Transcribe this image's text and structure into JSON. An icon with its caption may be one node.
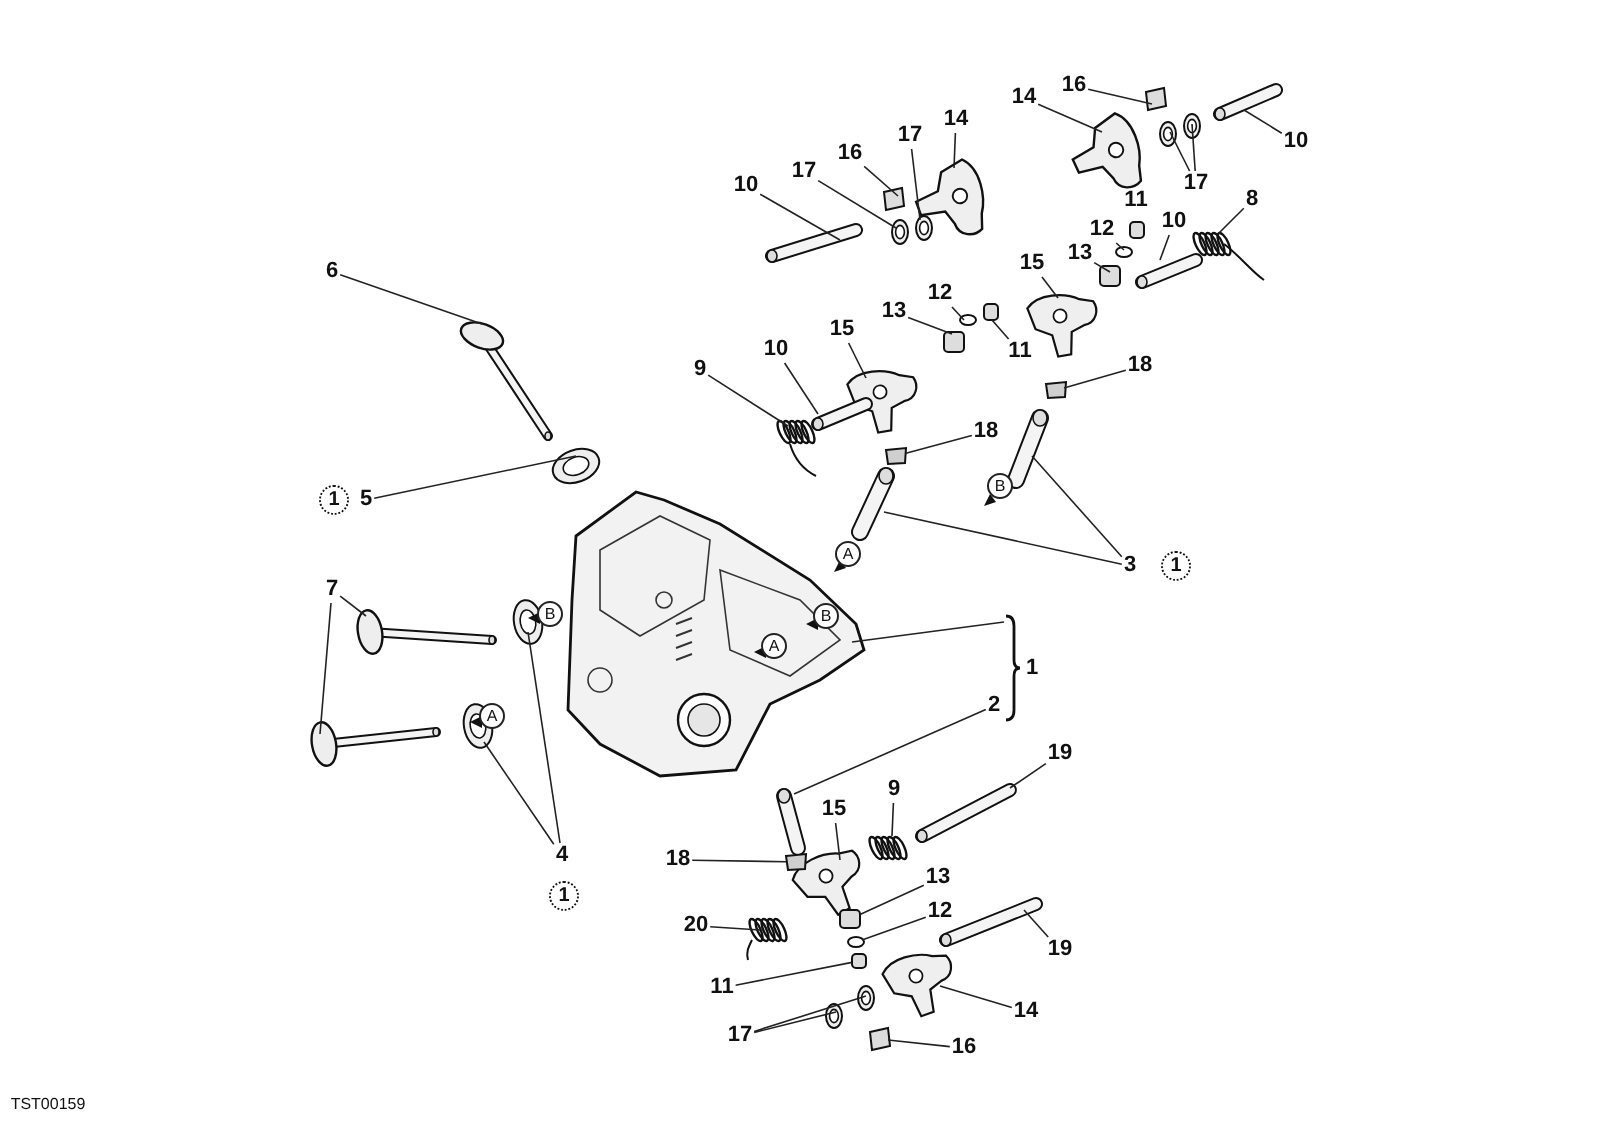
{
  "diagram": {
    "nodes": [
      {
        "text": [
          "16"
        ]
      },
      {
        "text": [
          "14"
        ]
      },
      {
        "text": [
          "14"
        ]
      },
      {
        "text": [
          "17"
        ]
      },
      {
        "text": [
          "10"
        ]
      },
      {
        "text": [
          "16"
        ]
      },
      {
        "text": [
          "17"
        ]
      },
      {
        "text": [
          "17"
        ]
      },
      {
        "text": [
          "10"
        ]
      },
      {
        "text": [
          "8"
        ]
      },
      {
        "text": [
          "10"
        ]
      },
      {
        "text": [
          "12"
        ]
      },
      {
        "text": [
          "13"
        ]
      },
      {
        "text": [
          "15"
        ]
      },
      {
        "text": [
          "6"
        ]
      },
      {
        "text": [
          "12"
        ]
      },
      {
        "text": [
          "13"
        ]
      },
      {
        "text": [
          "15"
        ]
      },
      {
        "text": [
          "10"
        ]
      },
      {
        "text": [
          "11"
        ]
      },
      {
        "text": [
          "18"
        ]
      },
      {
        "text": [
          "9"
        ]
      },
      {
        "text": [
          "18"
        ]
      },
      {
        "text": [
          "5"
        ]
      },
      {
        "text": [
          "3"
        ]
      },
      {
        "text": [
          "7"
        ]
      },
      {
        "text": [
          "1"
        ]
      },
      {
        "text": [
          "2"
        ]
      },
      {
        "text": [
          "19"
        ]
      },
      {
        "text": [
          "9"
        ]
      },
      {
        "text": [
          "15"
        ]
      },
      {
        "text": [
          "4"
        ]
      },
      {
        "text": [
          "18"
        ]
      },
      {
        "text": [
          "13"
        ]
      },
      {
        "text": [
          "12"
        ]
      },
      {
        "text": [
          "20"
        ]
      },
      {
        "text": [
          "19"
        ]
      },
      {
        "text": [
          "11"
        ]
      },
      {
        "text": [
          "14"
        ]
      },
      {
        "text": [
          "17"
        ]
      },
      {
        "text": [
          "16"
        ]
      },
      {
        "text": [],
        "shape": "box"
      },
      {
        "text": [],
        "shape": "picture"
      },
      {
        "text": [],
        "shape": "picture"
      },
      {
        "text": [],
        "shape": "picture"
      },
      {
        "text": [],
        "shape": "picture"
      },
      {
        "text": [],
        "shape": "box"
      },
      {
        "text": [],
        "shape": "picture"
      },
      {
        "text": [],
        "shape": "picture"
      },
      {
        "text": [],
        "shape": "picture"
      },
      {
        "text": [],
        "shape": "picture"
      },
      {
        "text": [],
        "shape": "picture"
      },
      {
        "text": [],
        "shape": "picture"
      },
      {
        "text": [],
        "shape": "circle"
      },
      {
        "text": [],
        "shape": "box"
      },
      {
        "text": [],
        "shape": "picture"
      },
      {
        "text": [],
        "shape": "picture"
      },
      {
        "text": [],
        "shape": "circle"
      },
      {
        "text": [],
        "shape": "box"
      },
      {
        "text": [],
        "shape": "picture"
      },
      {
        "text": [],
        "shape": "picture"
      },
      {
        "text": [],
        "shape": "box"
      },
      {
        "text": [],
        "shape": "box"
      },
      {
        "text": [],
        "shape": "picture"
      },
      {
        "text": [],
        "shape": "box"
      },
      {
        "text": [],
        "shape": "picture"
      },
      {
        "text": [],
        "shape": "picture"
      },
      {
        "text": [],
        "shape": "picture"
      },
      {
        "text": [],
        "shape": "picture"
      },
      {
        "text": [],
        "shape": "picture"
      },
      {
        "text": [],
        "shape": "picture"
      },
      {
        "text": [],
        "shape": "picture"
      },
      {
        "text": [],
        "shape": "picture"
      },
      {
        "text": [],
        "shape": "picture"
      },
      {
        "text": [],
        "shape": "picture"
      },
      {
        "text": [],
        "shape": "picture"
      },
      {
        "text": [],
        "shape": "picture"
      },
      {
        "text": [],
        "shape": "box"
      },
      {
        "text": [],
        "shape": "box"
      },
      {
        "text": [],
        "shape": "circle"
      },
      {
        "text": [],
        "shape": "picture"
      },
      {
        "text": [],
        "shape": "picture"
      },
      {
        "text": [],
        "shape": "box"
      },
      {
        "text": [],
        "shape": "picture"
      },
      {
        "text": [],
        "shape": "picture"
      },
      {
        "text": [],
        "shape": "picture"
      },
      {
        "text": [],
        "shape": "box"
      }
    ],
    "edges": [
      {
        "from": 0,
        "to": 41,
        "arrow": "none"
      },
      {
        "from": 1,
        "to": 42,
        "arrow": "none"
      },
      {
        "from": 2,
        "to": 43,
        "arrow": "none"
      },
      {
        "from": 3,
        "to": 44,
        "arrow": "none"
      },
      {
        "from": 4,
        "to": 45,
        "arrow": "none"
      },
      {
        "from": 5,
        "to": 46,
        "arrow": "none"
      },
      {
        "from": 6,
        "to": 47,
        "arrow": "none"
      },
      {
        "from": 7,
        "to": 48,
        "arrow": "none"
      },
      {
        "from": 7,
        "to": 49,
        "arrow": "none"
      },
      {
        "from": 8,
        "to": 50,
        "arrow": "none"
      },
      {
        "from": 9,
        "to": 51,
        "arrow": "none"
      },
      {
        "from": 10,
        "to": 52,
        "arrow": "none"
      },
      {
        "from": 11,
        "to": 53,
        "arrow": "none"
      },
      {
        "from": 12,
        "to": 54,
        "arrow": "none"
      },
      {
        "from": 13,
        "to": 55,
        "arrow": "none"
      },
      {
        "from": 14,
        "to": 56,
        "arrow": "none"
      },
      {
        "from": 15,
        "to": 57,
        "arrow": "none"
      },
      {
        "from": 16,
        "to": 58,
        "arrow": "none"
      },
      {
        "from": 17,
        "to": 59,
        "arrow": "none"
      },
      {
        "from": 18,
        "to": 60,
        "arrow": "none"
      },
      {
        "from": 19,
        "to": 61,
        "arrow": "none"
      },
      {
        "from": 20,
        "to": 62,
        "arrow": "none"
      },
      {
        "from": 21,
        "to": 63,
        "arrow": "none"
      },
      {
        "from": 22,
        "to": 64,
        "arrow": "none"
      },
      {
        "from": 23,
        "to": 65,
        "arrow": "none"
      },
      {
        "from": 24,
        "to": 66,
        "arrow": "none"
      },
      {
        "from": 24,
        "to": 67,
        "arrow": "none"
      },
      {
        "from": 25,
        "to": 68,
        "arrow": "none"
      },
      {
        "from": 25,
        "to": 69,
        "arrow": "none"
      },
      {
        "from": 26,
        "to": 70,
        "arrow": "none"
      },
      {
        "from": 27,
        "to": 71,
        "arrow": "none"
      },
      {
        "from": 28,
        "to": 72,
        "arrow": "none"
      },
      {
        "from": 29,
        "to": 73,
        "arrow": "none"
      },
      {
        "from": 30,
        "to": 74,
        "arrow": "none"
      },
      {
        "from": 31,
        "to": 75,
        "arrow": "none"
      },
      {
        "from": 31,
        "to": 76,
        "arrow": "none"
      },
      {
        "from": 32,
        "to": 77,
        "arrow": "none"
      },
      {
        "from": 33,
        "to": 78,
        "arrow": "none"
      },
      {
        "from": 34,
        "to": 79,
        "arrow": "none"
      },
      {
        "from": 35,
        "to": 80,
        "arrow": "none"
      },
      {
        "from": 36,
        "to": 81,
        "arrow": "none"
      },
      {
        "from": 37,
        "to": 82,
        "arrow": "none"
      },
      {
        "from": 38,
        "to": 83,
        "arrow": "none"
      },
      {
        "from": 39,
        "to": 84,
        "arrow": "none"
      },
      {
        "from": 39,
        "to": 85,
        "arrow": "none"
      },
      {
        "from": 40,
        "to": 86,
        "arrow": "none"
      }
    ],
    "labels": [
      "11",
      "1",
      "B",
      "A",
      "1",
      "B",
      "B",
      "A",
      "A",
      "1",
      "TST00159"
    ]
  }
}
